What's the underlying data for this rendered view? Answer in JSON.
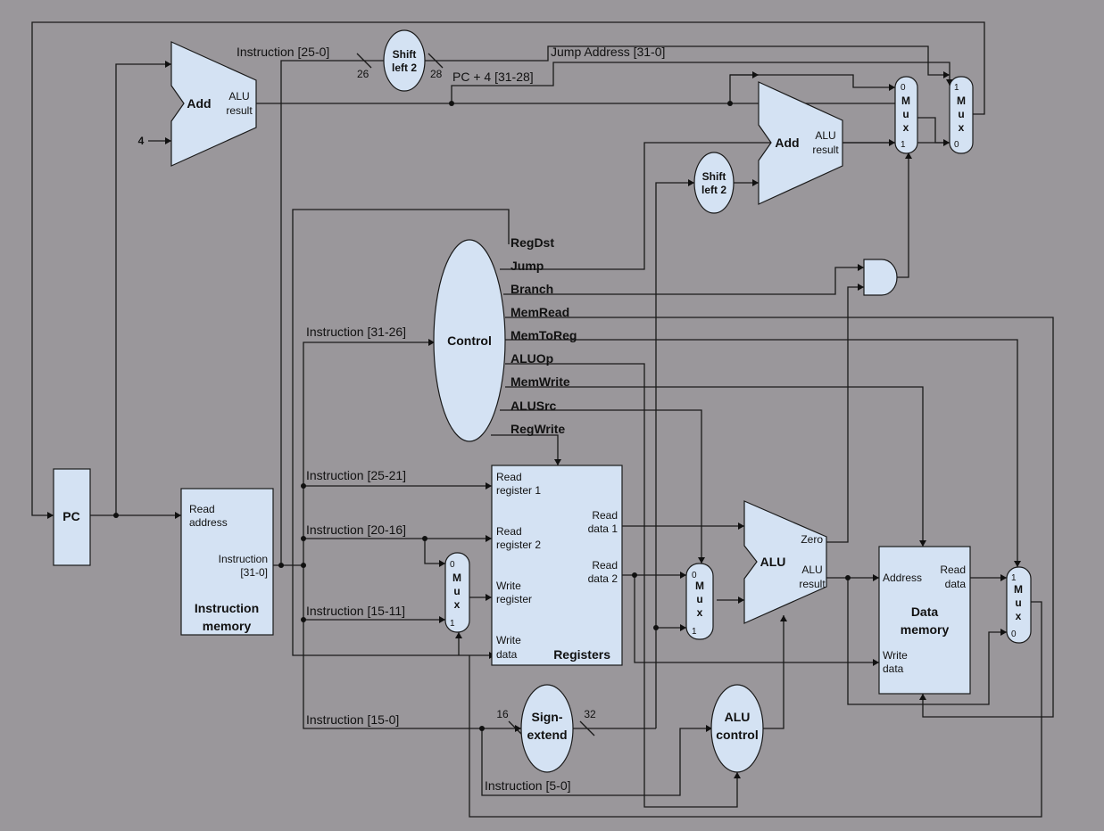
{
  "pc": {
    "label": "PC"
  },
  "adder_pc": {
    "label": "Add",
    "out_label_1": "ALU",
    "out_label_2": "result",
    "const_input": "4"
  },
  "adder_branch": {
    "label": "Add",
    "out_label_1": "ALU",
    "out_label_2": "result"
  },
  "shift_jump": {
    "label_1": "Shift",
    "label_2": "left 2"
  },
  "shift_branch": {
    "label_1": "Shift",
    "label_2": "left 2"
  },
  "control": {
    "label": "Control"
  },
  "control_signals": [
    "RegDst",
    "Jump",
    "Branch",
    "MemRead",
    "MemToReg",
    "ALUOp",
    "MemWrite",
    "ALUSrc",
    "RegWrite"
  ],
  "instruction_memory": {
    "read_address_1": "Read",
    "read_address_2": "address",
    "out_1": "Instruction",
    "out_2": "[31-0]",
    "title_1": "Instruction",
    "title_2": "memory"
  },
  "registers": {
    "read_reg1_1": "Read",
    "read_reg1_2": "register 1",
    "read_reg2_1": "Read",
    "read_reg2_2": "register 2",
    "write_reg_1": "Write",
    "write_reg_2": "register",
    "write_data_1": "Write",
    "write_data_2": "data",
    "read_data1_1": "Read",
    "read_data1_2": "data 1",
    "read_data2_1": "Read",
    "read_data2_2": "data 2",
    "title": "Registers"
  },
  "alu": {
    "label": "ALU",
    "zero": "Zero",
    "result_1": "ALU",
    "result_2": "result"
  },
  "data_memory": {
    "address": "Address",
    "read_1": "Read",
    "read_2": "data",
    "write_1": "Write",
    "write_2": "data",
    "title_1": "Data",
    "title_2": "memory"
  },
  "sign_extend": {
    "label_1": "Sign-",
    "label_2": "extend",
    "in_width": "16",
    "out_width": "32"
  },
  "alu_control": {
    "label_1": "ALU",
    "label_2": "control"
  },
  "mux": {
    "letters": [
      "M",
      "u",
      "x"
    ],
    "zero": "0",
    "one": "1"
  },
  "wires": {
    "instr_25_0": "Instruction [25-0]",
    "jump_address": "Jump Address [31-0]",
    "pc4_31_28": "PC + 4 [31-28]",
    "width_26": "26",
    "width_28": "28",
    "instr_31_26": "Instruction [31-26]",
    "instr_25_21": "Instruction [25-21]",
    "instr_20_16": "Instruction [20-16]",
    "instr_15_11": "Instruction [15-11]",
    "instr_15_0": "Instruction [15-0]",
    "instr_5_0": "Instruction [5-0]"
  }
}
